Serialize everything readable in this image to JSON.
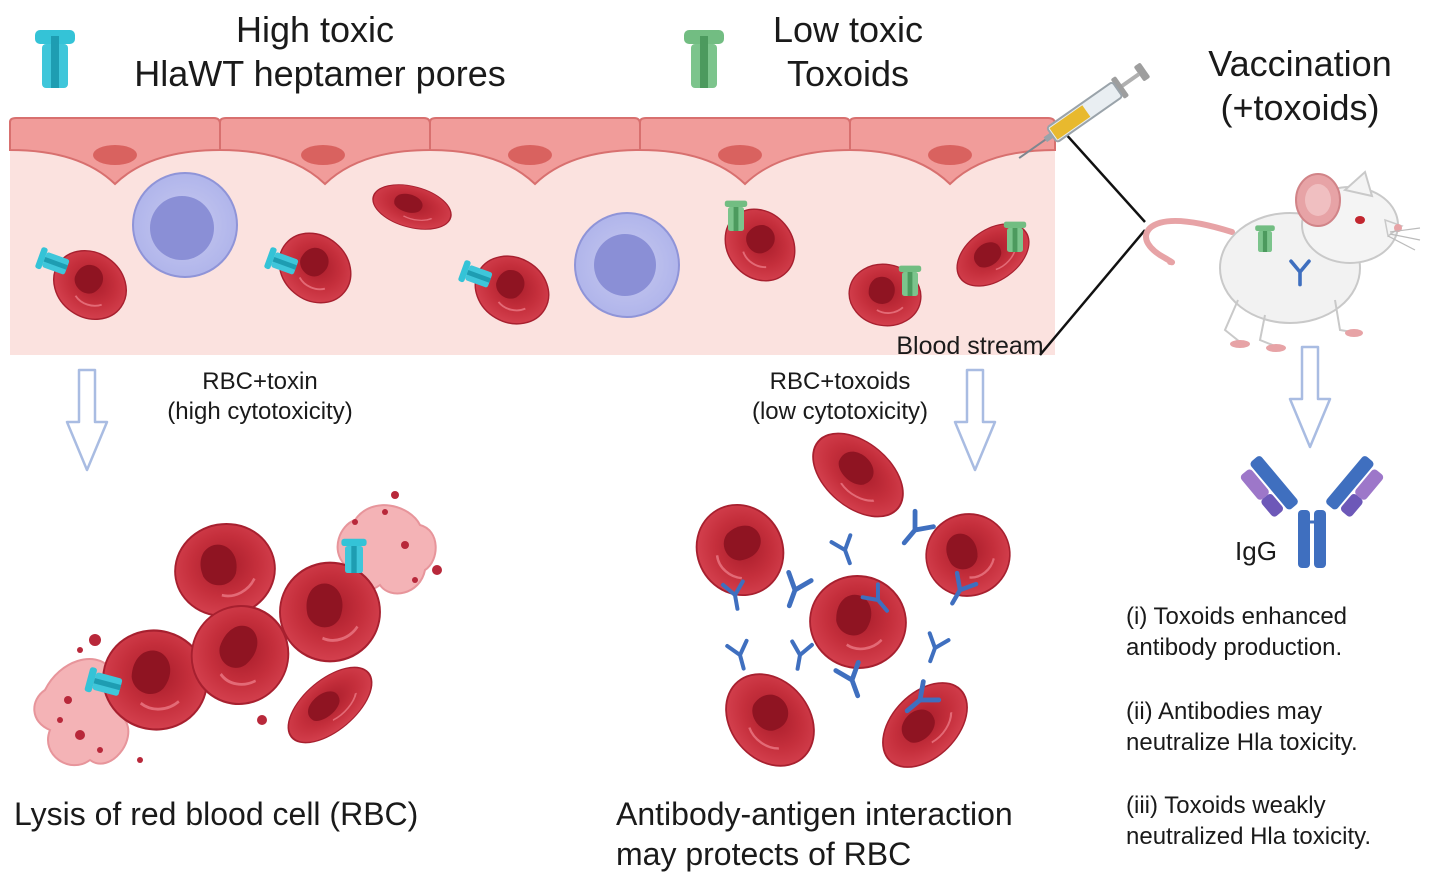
{
  "legend": {
    "high_toxic": {
      "line1": "High toxic",
      "line2": "HlaWT heptamer pores"
    },
    "low_toxic": {
      "line1": "Low toxic",
      "line2": "Toxoids"
    }
  },
  "vaccination": {
    "line1": "Vaccination",
    "line2": "(+toxoids)"
  },
  "blood_stream_label": "Blood stream",
  "left_branch": {
    "condition_line1": "RBC+toxin",
    "condition_line2": "(high cytotoxicity)",
    "outcome": "Lysis of red blood cell (RBC)"
  },
  "middle_branch": {
    "condition_line1": "RBC+toxoids",
    "condition_line2": "(low cytotoxicity)",
    "outcome_line1": "Antibody-antigen interaction",
    "outcome_line2": "may protects of RBC"
  },
  "antibody_label": "IgG",
  "notes": [
    {
      "line1": "(i) Toxoids enhanced",
      "line2": "antibody production."
    },
    {
      "line1": "(ii) Antibodies may",
      "line2": "neutralize Hla toxicity."
    },
    {
      "line1": "(iii) Toxoids weakly",
      "line2": "neutralized Hla toxicity."
    }
  ],
  "colors": {
    "vessel_fill": "#fbe2df",
    "endothelium": "#f19c9a",
    "rbc": "#c52f3c",
    "toxin_pore": "#3fc6da",
    "toxoid": "#7cc48c",
    "antibody": "#3f6fbf",
    "arrow": "#c9d6ee"
  },
  "icons": [
    "toxin-pore-icon",
    "toxoid-icon",
    "syringe-icon",
    "mouse-icon",
    "antibody-icon",
    "down-arrow-icon"
  ]
}
